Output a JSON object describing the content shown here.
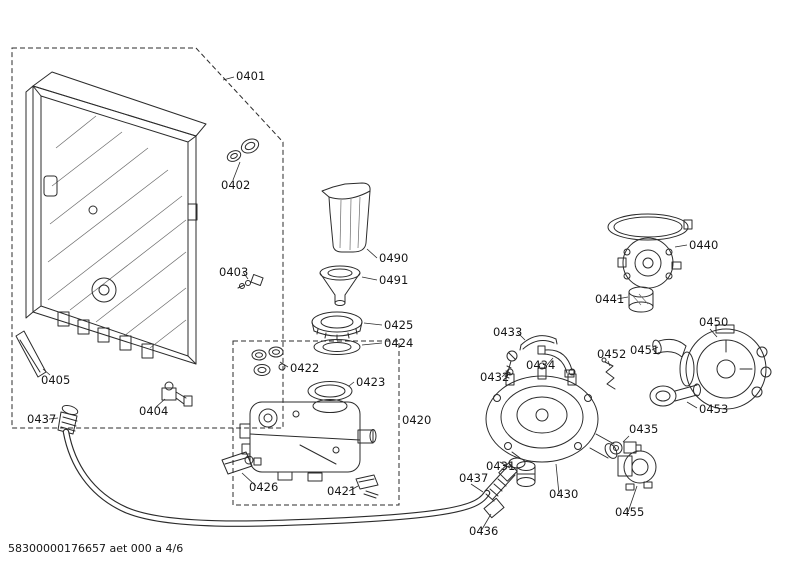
{
  "page": {
    "footer": "58300000176657 aet 000 a 4/6",
    "background": "#ffffff",
    "line_color": "#2b2b2b"
  },
  "parts": [
    {
      "id": "0401",
      "label": "0401"
    },
    {
      "id": "0402",
      "label": "0402"
    },
    {
      "id": "0403",
      "label": "0403"
    },
    {
      "id": "0404",
      "label": "0404"
    },
    {
      "id": "0405",
      "label": "0405"
    },
    {
      "id": "0437-left",
      "label": "0437"
    },
    {
      "id": "0490",
      "label": "0490"
    },
    {
      "id": "0491",
      "label": "0491"
    },
    {
      "id": "0425",
      "label": "0425"
    },
    {
      "id": "0424",
      "label": "0424"
    },
    {
      "id": "0422",
      "label": "0422"
    },
    {
      "id": "0423",
      "label": "0423"
    },
    {
      "id": "0420",
      "label": "0420"
    },
    {
      "id": "0421",
      "label": "0421"
    },
    {
      "id": "0426",
      "label": "0426"
    },
    {
      "id": "0433",
      "label": "0433"
    },
    {
      "id": "0434",
      "label": "0434"
    },
    {
      "id": "0432",
      "label": "0432"
    },
    {
      "id": "0452",
      "label": "0452"
    },
    {
      "id": "0451",
      "label": "0451"
    },
    {
      "id": "0440",
      "label": "0440"
    },
    {
      "id": "0441",
      "label": "0441"
    },
    {
      "id": "0450",
      "label": "0450"
    },
    {
      "id": "0453",
      "label": "0453"
    },
    {
      "id": "0435",
      "label": "0435"
    },
    {
      "id": "0431",
      "label": "0431"
    },
    {
      "id": "0430",
      "label": "0430"
    },
    {
      "id": "0437-bottom",
      "label": "0437"
    },
    {
      "id": "0436",
      "label": "0436"
    },
    {
      "id": "0455",
      "label": "0455"
    }
  ]
}
